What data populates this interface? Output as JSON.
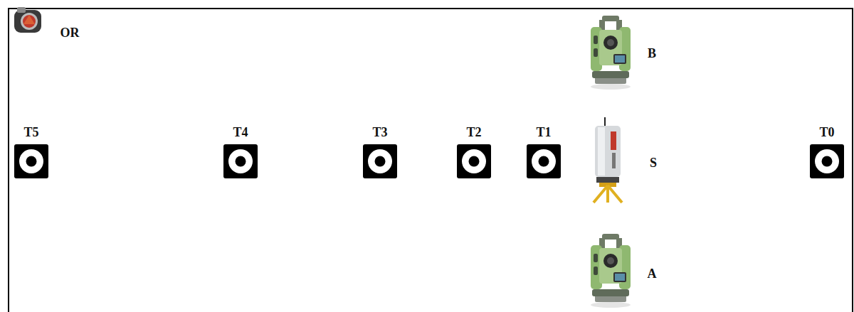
{
  "diagram": {
    "labels": [
      "OR",
      "B",
      "T5",
      "T4",
      "T3",
      "T2",
      "T1",
      "S",
      "T0",
      "A"
    ]
  }
}
